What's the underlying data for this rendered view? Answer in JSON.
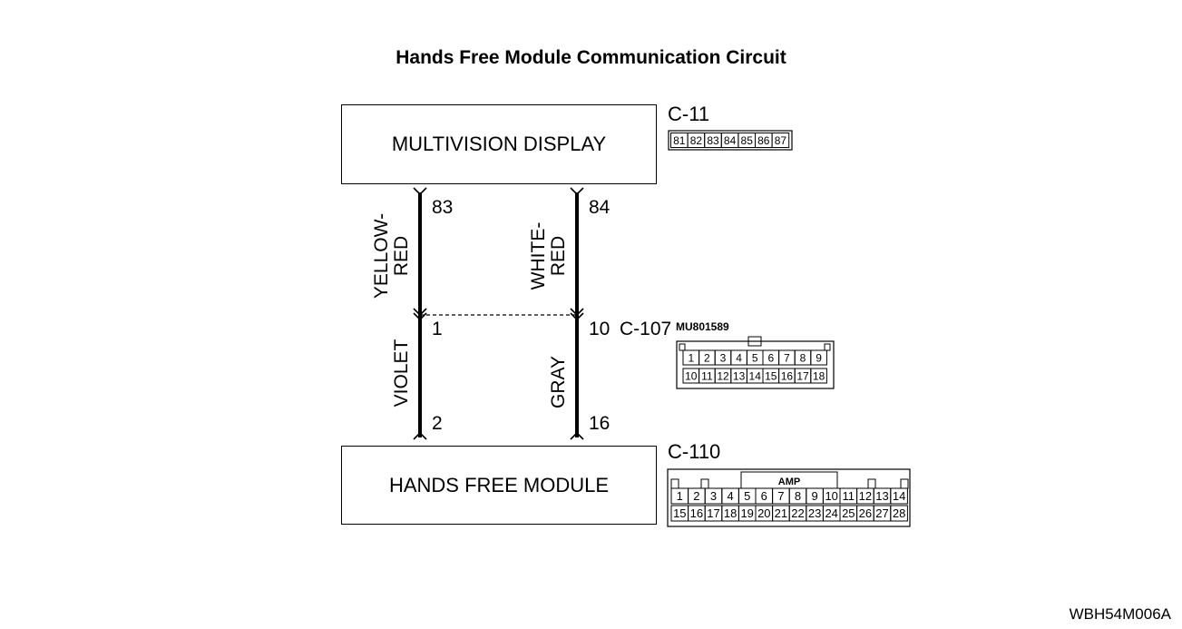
{
  "title": "Hands Free Module Communication Circuit",
  "components": {
    "top": "MULTIVISION DISPLAY",
    "bottom": "HANDS FREE MODULE"
  },
  "connectors": {
    "c11": {
      "name": "C-11",
      "pins": [
        "81",
        "82",
        "83",
        "84",
        "85",
        "86",
        "87"
      ]
    },
    "c107": {
      "name": "C-107",
      "part": "MU801589",
      "row1": [
        "1",
        "2",
        "3",
        "4",
        "5",
        "6",
        "7",
        "8",
        "9"
      ],
      "row2": [
        "10",
        "11",
        "12",
        "13",
        "14",
        "15",
        "16",
        "17",
        "18"
      ]
    },
    "c110": {
      "name": "C-110",
      "tag": "AMP",
      "row1": [
        "1",
        "2",
        "3",
        "4",
        "5",
        "6",
        "7",
        "8",
        "9",
        "10",
        "11",
        "12",
        "13",
        "14"
      ],
      "row2": [
        "15",
        "16",
        "17",
        "18",
        "19",
        "20",
        "21",
        "22",
        "23",
        "24",
        "25",
        "26",
        "27",
        "28"
      ]
    }
  },
  "wires": {
    "left": {
      "pin_top": "83",
      "pin_mid": "1",
      "pin_bot": "2",
      "color_upper_1": "YELLOW-",
      "color_upper_2": "RED",
      "color_lower": "VIOLET"
    },
    "right": {
      "pin_top": "84",
      "pin_mid": "10",
      "pin_bot": "16",
      "color_upper_1": "WHITE-",
      "color_upper_2": "RED",
      "color_lower": "GRAY"
    }
  },
  "figure_ref": "WBH54M006A"
}
